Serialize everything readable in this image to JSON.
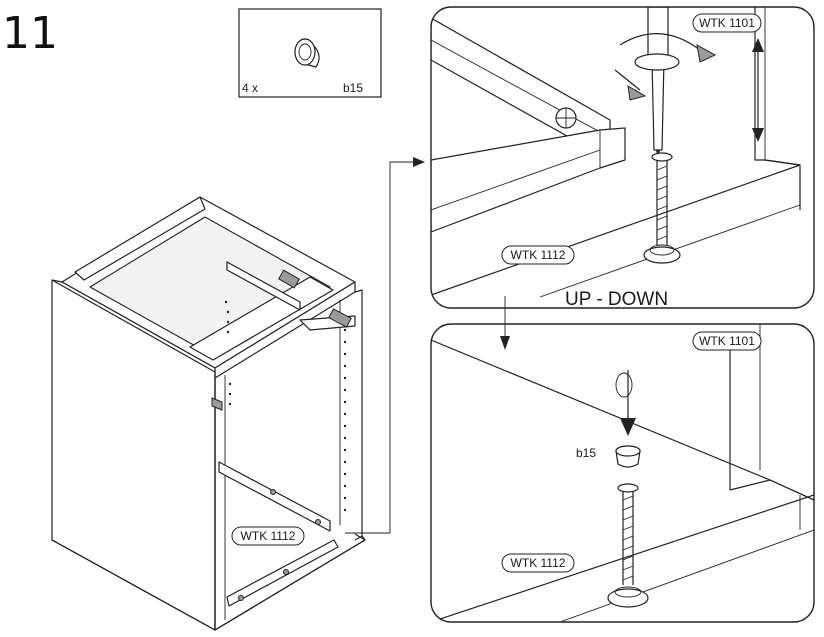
{
  "step_number": "11",
  "parts_box": {
    "quantity": "4 x",
    "part_code": "b15"
  },
  "labels": {
    "top_detail_leg_part": "WTK 1101",
    "top_detail_leg_code": "WTK 1112",
    "adjust_direction": "UP - DOWN",
    "bottom_detail_leg_part": "WTK 1101",
    "bottom_detail_cap_code": "b15",
    "bottom_detail_leg_code": "WTK 1112",
    "cabinet_leg_code": "WTK 1112"
  }
}
